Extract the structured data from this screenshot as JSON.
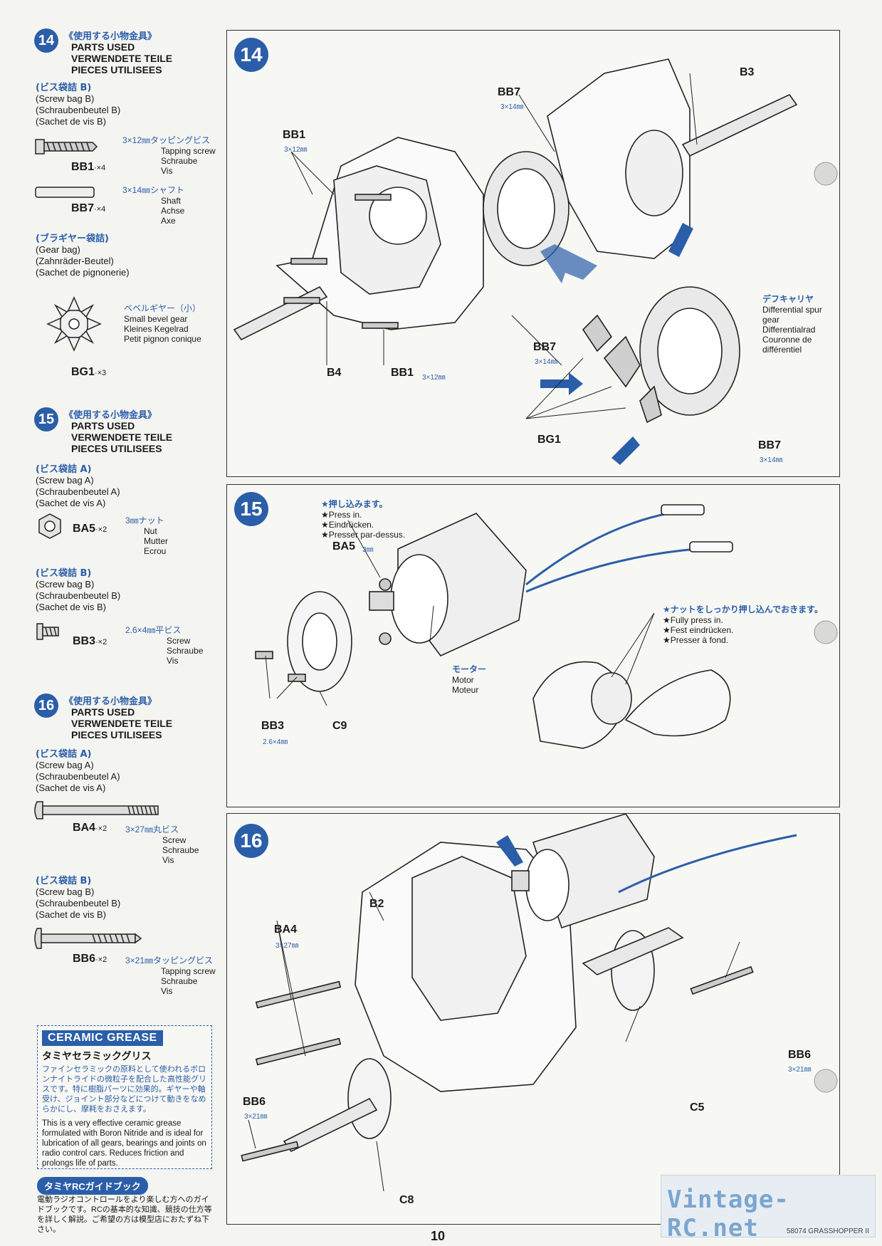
{
  "steps": {
    "s14": {
      "num": "14",
      "jp": "《使用する小物金具》",
      "parts_en": "PARTS USED",
      "parts_de": "VERWENDETE TEILE",
      "parts_fr": "PIECES UTILISEES",
      "bagB": {
        "jp": "(ビス袋詰 B)",
        "en": "(Screw bag B)",
        "de": "(Schraubenbeutel B)",
        "fr": "(Sachet de vis B)"
      },
      "bb1": {
        "code": "BB1",
        "qty": "·×4",
        "dim": "3×12㎜タッピングビス",
        "en": "Tapping screw",
        "de": "Schraube",
        "fr": "Vis"
      },
      "bb7": {
        "code": "BB7",
        "qty": "·×4",
        "dim": "3×14㎜シャフト",
        "en": "Shaft",
        "de": "Achse",
        "fr": "Axe"
      },
      "gear": {
        "jp": "(ブラギヤー袋詰)",
        "en": "(Gear bag)",
        "de": "(Zahnräder-Beutel)",
        "fr": "(Sachet de pignonerie)"
      },
      "bg1": {
        "code": "BG1",
        "qty": "·×3",
        "dim": "ベベルギヤー（小）",
        "en": "Small bevel gear",
        "de": "Kleines Kegelrad",
        "fr": "Petit pignon conique"
      }
    },
    "s15": {
      "num": "15",
      "jp": "《使用する小物金具》",
      "parts_en": "PARTS USED",
      "parts_de": "VERWENDETE TEILE",
      "parts_fr": "PIECES UTILISEES",
      "bagA": {
        "jp": "(ビス袋詰 A)",
        "en": "(Screw bag A)",
        "de": "(Schraubenbeutel A)",
        "fr": "(Sachet de vis A)"
      },
      "ba5": {
        "code": "BA5",
        "qty": "·×2",
        "dim": "3㎜ナット",
        "en": "Nut",
        "de": "Mutter",
        "fr": "Ecrou"
      },
      "bagB": {
        "jp": "(ビス袋詰 B)",
        "en": "(Screw bag B)",
        "de": "(Schraubenbeutel B)",
        "fr": "(Sachet de vis B)"
      },
      "bb3": {
        "code": "BB3",
        "qty": "·×2",
        "dim": "2.6×4㎜平ビス",
        "en": "Screw",
        "de": "Schraube",
        "fr": "Vis"
      }
    },
    "s16": {
      "num": "16",
      "jp": "《使用する小物金具》",
      "parts_en": "PARTS USED",
      "parts_de": "VERWENDETE TEILE",
      "parts_fr": "PIECES UTILISEES",
      "bagA": {
        "jp": "(ビス袋詰 A)",
        "en": "(Screw bag A)",
        "de": "(Schraubenbeutel A)",
        "fr": "(Sachet de vis A)"
      },
      "ba4": {
        "code": "BA4",
        "qty": "·×2",
        "dim": "3×27㎜丸ビス",
        "en": "Screw",
        "de": "Schraube",
        "fr": "Vis"
      },
      "bagB": {
        "jp": "(ビス袋詰 B)",
        "en": "(Screw bag B)",
        "de": "(Schraubenbeutel B)",
        "fr": "(Sachet de vis B)"
      },
      "bb6": {
        "code": "BB6",
        "qty": "·×2",
        "dim": "3×21㎜タッピングビス",
        "en": "Tapping screw",
        "de": "Schraube",
        "fr": "Vis"
      }
    }
  },
  "grease": {
    "title": "CERAMIC GREASE",
    "jp_title": "タミヤセラミックグリス",
    "jp_body": "ファインセラミックの原料として使われるボロンナイトライドの微粒子を配合した高性能グリスです。特に樹脂パーツに効果的。ギヤーや軸受け、ジョイント部分などにつけて動きをなめらかにし、摩耗をおさえます。",
    "en_body": "This is a very effective ceramic grease formulated with Boron Nitride and is ideal for lubrication of all gears, bearings and joints on radio control cars. Reduces friction and prolongs life of parts."
  },
  "guide": {
    "title": "タミヤRCガイドブック",
    "body": "電動ラジオコントロールをより楽しむ方へのガイドブックです。RCの基本的な知識、競技の仕方等を詳しく解説。ご希望の方は模型店におたずね下さい。"
  },
  "panel14": {
    "badge": "14",
    "bb7_top": {
      "code": "BB7",
      "dim": "3×14㎜"
    },
    "b3": "B3",
    "bb1_left": {
      "code": "BB1",
      "dim": "3×12㎜"
    },
    "b4": "B4",
    "bb1_bottom": {
      "code": "BB1",
      "dim": "3×12㎜"
    },
    "diff": {
      "jp": "デフキャリヤ",
      "en": "Differential spur gear",
      "de": "Differentialrad",
      "fr": "Couronne de différentiel"
    },
    "bb7_mid": {
      "code": "BB7",
      "dim": "3×14㎜"
    },
    "bg1": "BG1",
    "bb7_bottom": {
      "code": "BB7",
      "dim": "3×14㎜"
    }
  },
  "panel15": {
    "badge": "15",
    "press_jp": "★押し込みます。",
    "press_en": "★Press in.",
    "press_de": "★Eindrücken.",
    "press_fr": "★Presser par-dessus.",
    "ba5": {
      "code": "BA5",
      "dim": "3㎜"
    },
    "fully_jp": "★ナットをしっかり押し込んでおきます。",
    "fully_en": "★Fully press in.",
    "fully_de": "★Fest eindrücken.",
    "fully_fr": "★Presser à fond.",
    "motor": {
      "jp": "モーター",
      "en": "Motor",
      "fr": "Moteur"
    },
    "bb3": {
      "code": "BB3",
      "dim": "2.6×4㎜"
    },
    "c9": "C9"
  },
  "panel16": {
    "badge": "16",
    "b2": "B2",
    "ba4": {
      "code": "BA4",
      "dim": "3×27㎜"
    },
    "bb6_right": {
      "code": "BB6",
      "dim": "3×21㎜"
    },
    "bb6_left": {
      "code": "BB6",
      "dim": "3×21㎜"
    },
    "c5": "C5",
    "c8": "C8"
  },
  "watermark": {
    "text": "Vintage-RC.net",
    "sub": "58074 GRASSHOPPER II"
  },
  "page_number": "10"
}
